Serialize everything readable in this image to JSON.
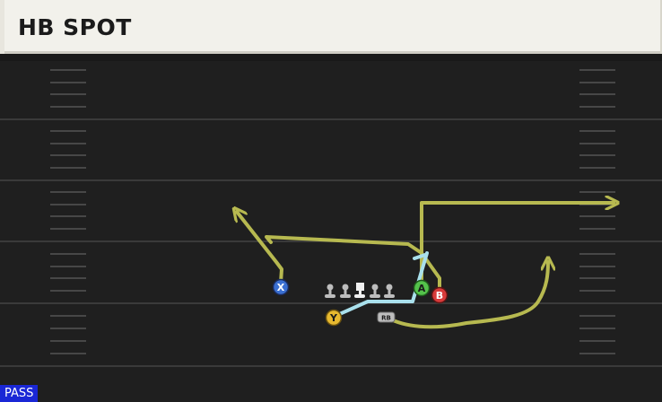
{
  "header": {
    "title": "HB SPOT"
  },
  "play_type": "PASS",
  "players": {
    "x": {
      "label": "X",
      "color": "#3a6fd1"
    },
    "y": {
      "label": "Y",
      "color": "#e7b92f"
    },
    "a": {
      "label": "A",
      "color": "#54c24b"
    },
    "b": {
      "label": "B",
      "color": "#d83a3a"
    },
    "rb": {
      "label": "RB",
      "color": "#bdbdbd"
    }
  },
  "colors": {
    "route": "#b7b950",
    "block": "#a9e0ec",
    "field": "#1f1f1f",
    "yard_line": "#3a3a3a",
    "hash": "#4a4a4a",
    "header_bg": "#f2f1eb",
    "badge_bg": "#1a27d6"
  }
}
